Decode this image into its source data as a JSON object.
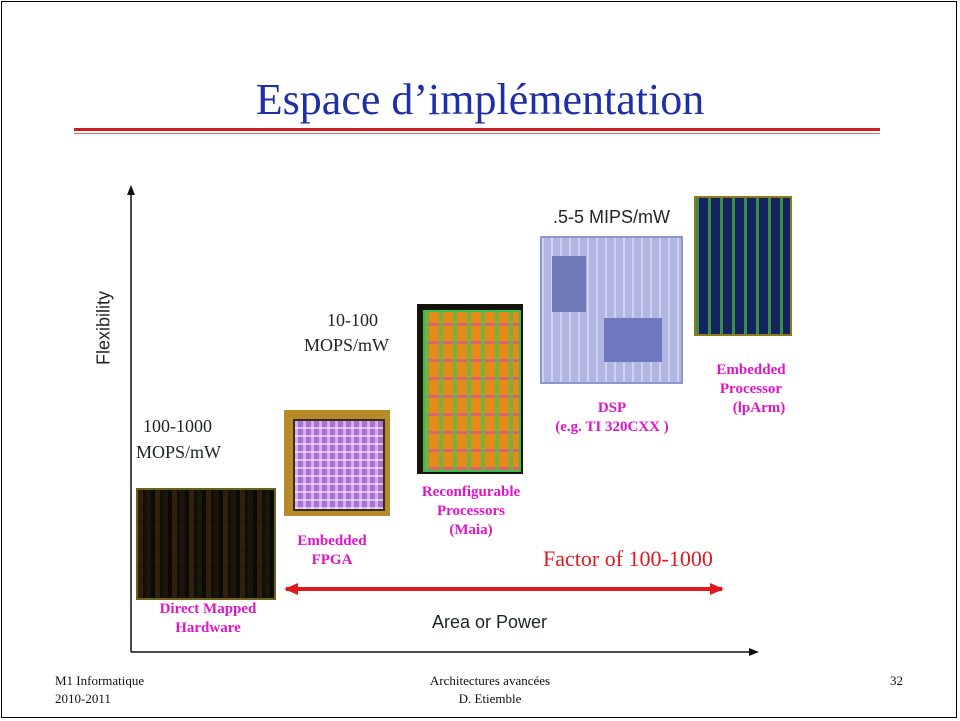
{
  "slide": {
    "title": "Espace d’implémentation",
    "page_number": "32"
  },
  "diagram": {
    "y_axis_label": "Flexibility",
    "x_axis_label": "Area or Power",
    "range_label": "Factor of 100-1000",
    "metrics": {
      "hardware_line1": "100-1000",
      "hardware_line2": "MOPS/mW",
      "reconfig_line1": "10-100",
      "reconfig_line2": "MOPS/mW",
      "processor": ".5-5 MIPS/mW"
    },
    "items": {
      "direct_mapped_line1": "Direct Mapped",
      "direct_mapped_line2": "Hardware",
      "fpga_line1": "Embedded",
      "fpga_line2": "FPGA",
      "reconfig_line1": "Reconfigurable",
      "reconfig_line2": "Processors",
      "reconfig_line3": "(Maia)",
      "dsp_line1": "DSP",
      "dsp_line2": "(e.g. TI 320CXX )",
      "embedded_proc_line1": "Embedded",
      "embedded_proc_line2": "Processor",
      "embedded_proc_line3": "(lpArm)"
    },
    "colors": {
      "title": "#1f2fa6",
      "item_labels": "#e015c8",
      "range_arrow": "#e0191c"
    }
  },
  "footer": {
    "left_line1": "M1 Informatique",
    "left_line2": "2010-2011",
    "center_line1": "Architectures avancées",
    "center_line2": "D. Etiemble"
  }
}
